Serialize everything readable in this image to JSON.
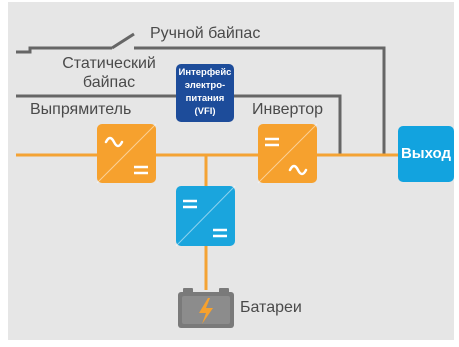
{
  "labels": {
    "manual_bypass": "Ручной байпас",
    "static_bypass_line1": "Статический",
    "static_bypass_line2": "байпас",
    "rectifier": "Выпрямитель",
    "inverter": "Инвертор",
    "batteries": "Батареи"
  },
  "blocks": {
    "vfi_line1": "Интерфейс",
    "vfi_line2": "электро-",
    "vfi_line3": "питания",
    "vfi_line4": "(VFI)",
    "output": "Выход"
  },
  "colors": {
    "background": "#e6e6e6",
    "bypass_line": "#666666",
    "power_line": "#f4a334",
    "converter_orange": "#f6a12e",
    "converter_blue": "#1aa5dd",
    "vfi_navy": "#1d4c9a",
    "output_blue": "#12a3df",
    "battery_gray": "#7a7a7a"
  },
  "icons": {
    "ac": "sine-wave-icon",
    "dc": "dc-lines-icon",
    "battery": "battery-icon",
    "switch": "switch-icon"
  }
}
